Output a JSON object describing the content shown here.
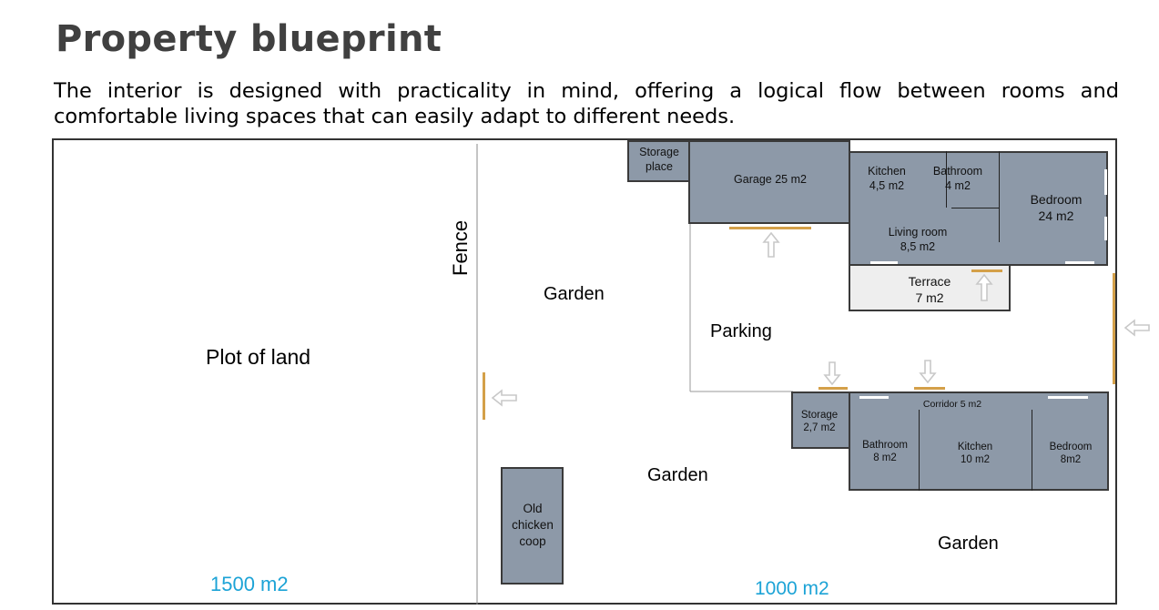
{
  "title": "Property blueprint",
  "description": "The interior is designed with practicality in mind, offering a logical flow between rooms and comfortable living spaces that can easily adapt to different needs.",
  "plan": {
    "plot_label": "Plot of land",
    "fence_label": "Fence",
    "garden_label": "Garden",
    "parking_label": "Parking",
    "plot_area": "1500 m2",
    "property_area": "1000 m2",
    "storage_place": {
      "line1": "Storage",
      "line2": "place"
    },
    "garage": "Garage 25 m2",
    "kitchen_upper": {
      "name": "Kitchen",
      "area": "4,5 m2"
    },
    "bathroom_upper": {
      "name": "Bathroom",
      "area": "4 m2"
    },
    "bedroom_upper": {
      "name": "Bedroom",
      "area": "24 m2"
    },
    "living_room": {
      "name": "Living room",
      "area": "8,5 m2"
    },
    "terrace": {
      "name": "Terrace",
      "area": "7 m2"
    },
    "storage_lower": {
      "name": "Storage",
      "area": "2,7 m2"
    },
    "corridor": "Corridor 5 m2",
    "bathroom_lower": {
      "name": "Bathroom",
      "area": "8 m2"
    },
    "kitchen_lower": {
      "name": "Kitchen",
      "area": "10 m2"
    },
    "bedroom_lower": {
      "name": "Bedroom",
      "area": "8m2"
    },
    "chicken_coop": {
      "line1": "Old",
      "line2": "chicken",
      "line3": "coop"
    }
  },
  "colors": {
    "room_fill": "#8d99a8",
    "terrace_fill": "#eeeeee",
    "door_color": "#d4a049",
    "area_label_color": "#1ca3d6",
    "title_color": "#404040"
  }
}
